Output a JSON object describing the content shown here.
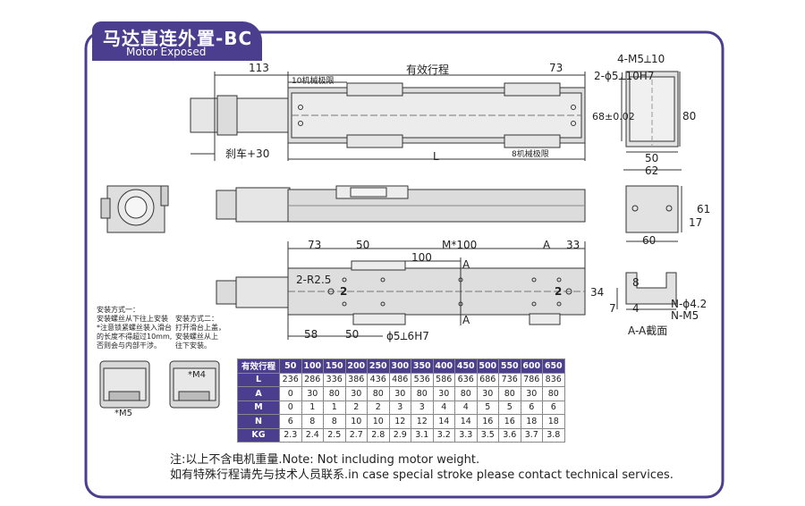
{
  "header": {
    "title": "马达直连外置-BC",
    "subtitle": "Motor Exposed"
  },
  "top_view": {
    "left_dim": "113",
    "middle_label": "有效行程",
    "right_dim": "73",
    "left_limit": "10机械极限",
    "right_limit": "8机械极限",
    "height_dim": "68±0.02",
    "outer_height": "80",
    "brake": "刹车+30",
    "length": "L"
  },
  "end_view_top": {
    "hole1": "4-M5⟂10",
    "hole2": "2-ϕ5⟂10H7",
    "w1": "50",
    "w2": "62"
  },
  "end_view_mid": {
    "h1": "61",
    "h2": "17",
    "w": "60"
  },
  "bottom_view": {
    "d73": "73",
    "d50": "50",
    "m100": "M*100",
    "a_label": "A",
    "d33": "33",
    "d100": "100",
    "a_arrow1": "A",
    "r": "2-R2.5",
    "two_left": "2",
    "two_right": "2",
    "d34": "34",
    "a_arrow2": "A",
    "d58": "58",
    "d50b": "50",
    "hole": "ϕ5⟂6H7"
  },
  "section": {
    "d8": "8",
    "d7": "7",
    "d4": "4",
    "n1": "N-ϕ4.2",
    "n2": "N-M5",
    "label": "A-A截面"
  },
  "install1": {
    "lines": [
      "安装方式一：",
      "安装螺丝从下往上安装",
      "*注意锁紧螺丝装入滑台",
      "的长度不得超过10mm,",
      "否则会与内部干涉。"
    ],
    "m5": "*M5"
  },
  "install2": {
    "lines": [
      "安装方式二：",
      "打开滑台上盖，",
      "安装螺丝从上",
      "往下安装。"
    ],
    "m4": "*M4"
  },
  "spec_table": {
    "header_label": "有效行程",
    "strokes": [
      "50",
      "100",
      "150",
      "200",
      "250",
      "300",
      "350",
      "400",
      "450",
      "500",
      "550",
      "600",
      "650"
    ],
    "rows": [
      {
        "label": "L",
        "values": [
          "236",
          "286",
          "336",
          "386",
          "436",
          "486",
          "536",
          "586",
          "636",
          "686",
          "736",
          "786",
          "836"
        ]
      },
      {
        "label": "A",
        "values": [
          "0",
          "30",
          "80",
          "30",
          "80",
          "30",
          "80",
          "30",
          "80",
          "30",
          "80",
          "30",
          "80"
        ]
      },
      {
        "label": "M",
        "values": [
          "0",
          "1",
          "1",
          "2",
          "2",
          "3",
          "3",
          "4",
          "4",
          "5",
          "5",
          "6",
          "6"
        ]
      },
      {
        "label": "N",
        "values": [
          "6",
          "8",
          "8",
          "10",
          "10",
          "12",
          "12",
          "14",
          "14",
          "16",
          "16",
          "18",
          "18"
        ]
      },
      {
        "label": "KG",
        "values": [
          "2.3",
          "2.4",
          "2.5",
          "2.7",
          "2.8",
          "2.9",
          "3.1",
          "3.2",
          "3.3",
          "3.5",
          "3.6",
          "3.7",
          "3.8"
        ]
      }
    ]
  },
  "footer": {
    "line1": "注:以上不含电机重量.Note: Not including motor weight.",
    "line2": "如有特殊行程请先与技术人员联系.in case special stroke please contact technical services."
  },
  "colors": {
    "accent": "#4b3e8e",
    "line": "#333333",
    "body": "#d6d6d6"
  }
}
